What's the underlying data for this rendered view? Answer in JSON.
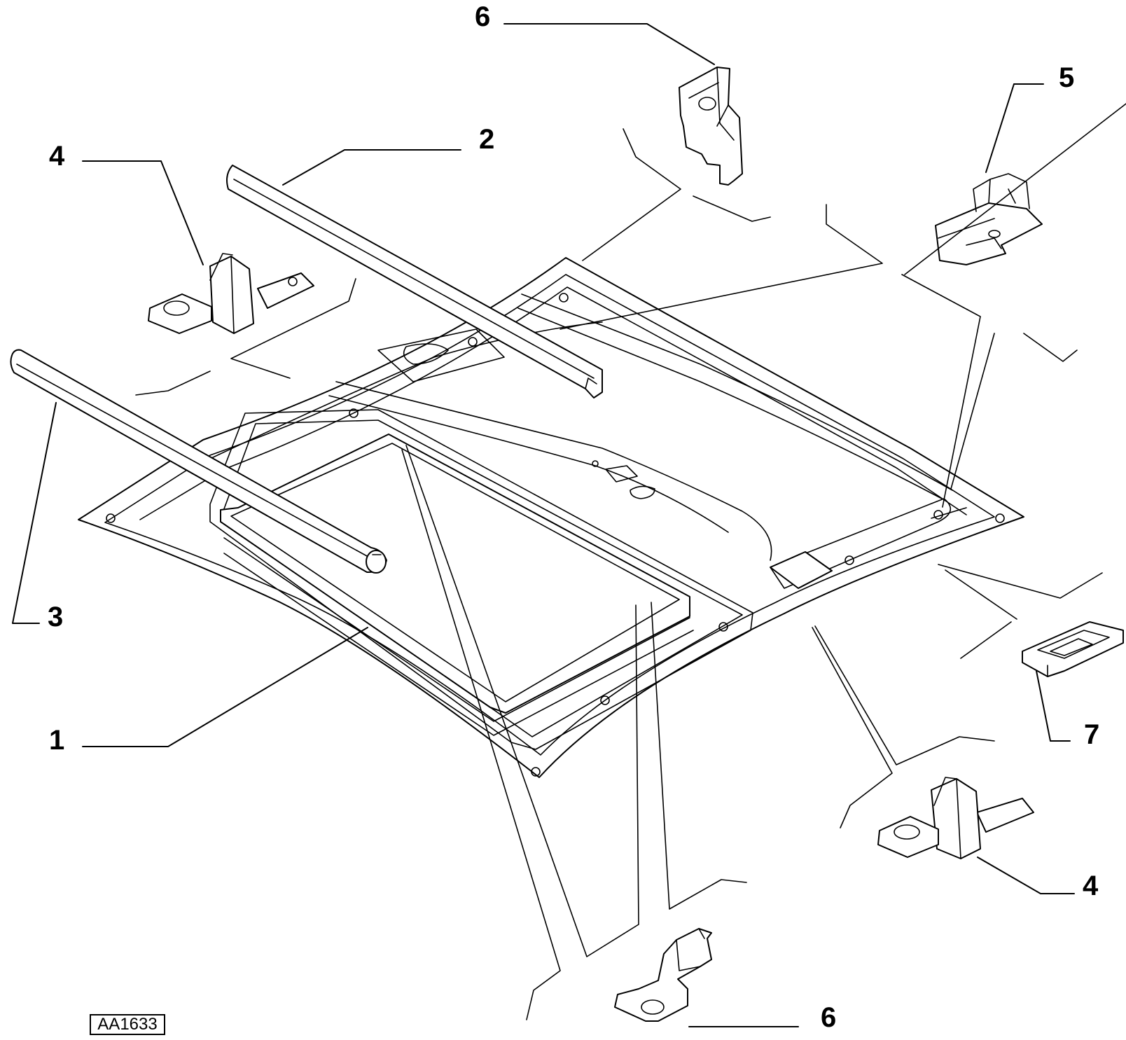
{
  "callouts": [
    {
      "id": "c6-top",
      "label": "6"
    },
    {
      "id": "c5",
      "label": "5"
    },
    {
      "id": "c2",
      "label": "2"
    },
    {
      "id": "c4-top",
      "label": "4"
    },
    {
      "id": "c3",
      "label": "3"
    },
    {
      "id": "c1",
      "label": "1"
    },
    {
      "id": "c7",
      "label": "7"
    },
    {
      "id": "c4-bottom",
      "label": "4"
    },
    {
      "id": "c6-bottom",
      "label": "6"
    }
  ],
  "drawing_code": "AA1633"
}
